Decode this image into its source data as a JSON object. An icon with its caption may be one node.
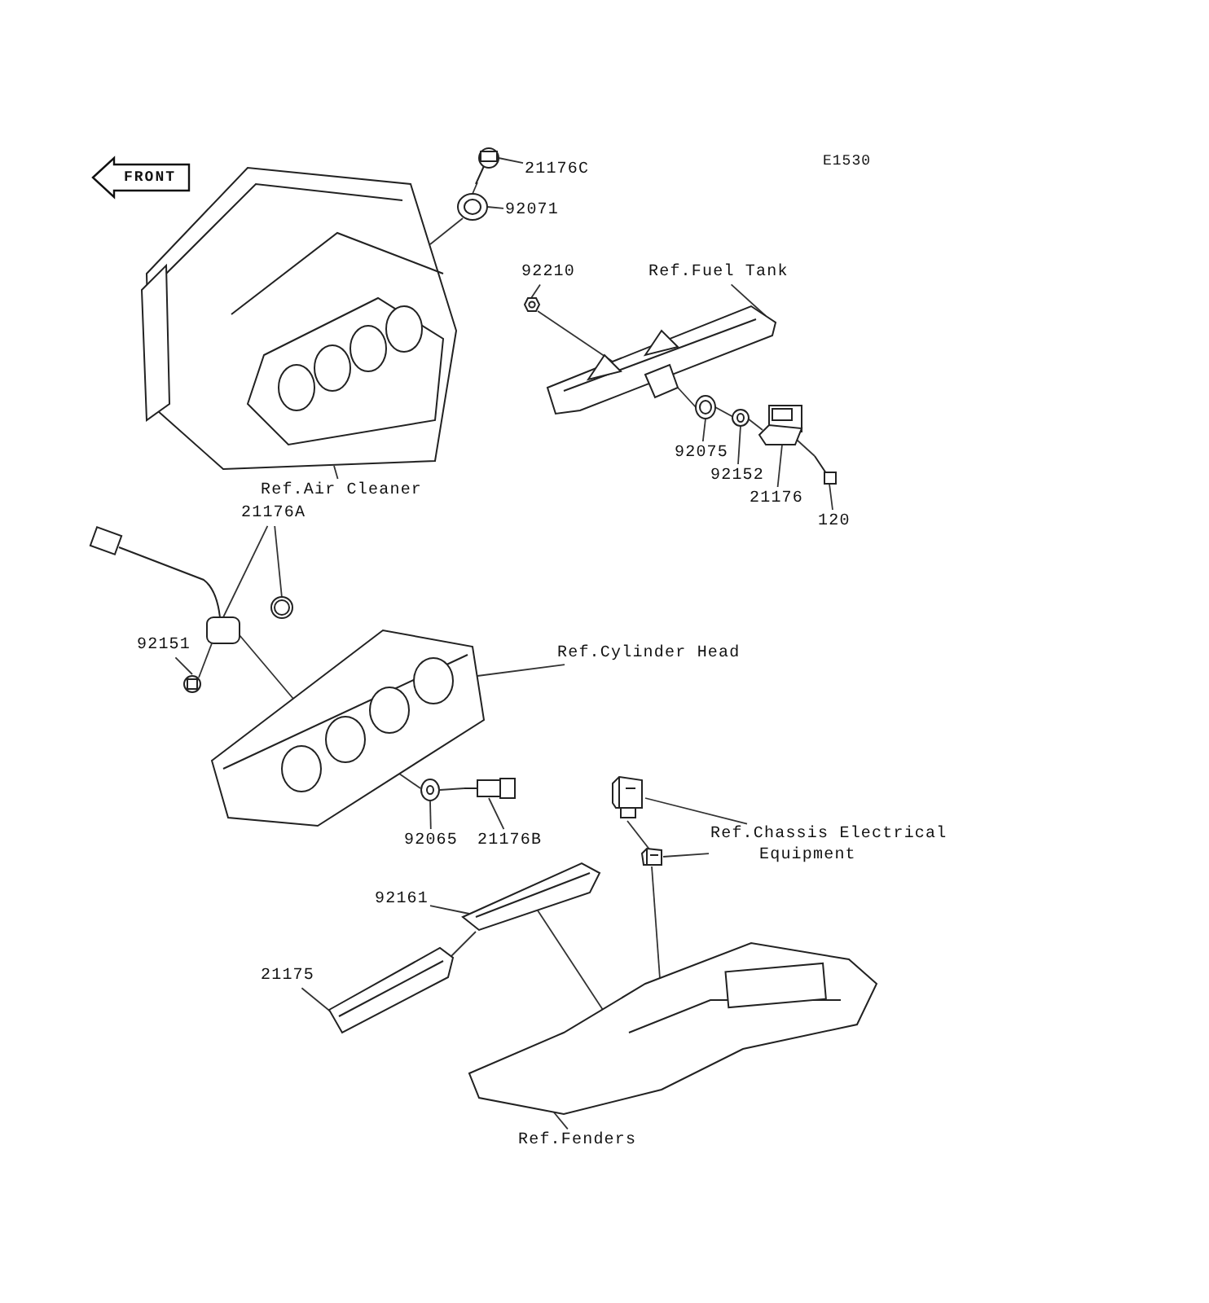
{
  "diagram": {
    "nodes": [
      {
        "text": [],
        "shape": "picture"
      },
      {
        "text": [],
        "shape": "picture"
      },
      {
        "text": [],
        "shape": "picture"
      },
      {
        "text": [
          "21176C"
        ]
      },
      {
        "text": [
          "92071"
        ]
      },
      {
        "text": [
          "92210"
        ]
      },
      {
        "text": [
          "Ref.Fuel Tank"
        ]
      },
      {
        "text": [],
        "shape": "picture"
      },
      {
        "text": [],
        "shape": "picture"
      },
      {
        "text": [],
        "shape": "picture"
      },
      {
        "text": [],
        "shape": "picture"
      },
      {
        "text": [],
        "shape": "picture"
      },
      {
        "text": [],
        "shape": "picture"
      },
      {
        "text": [
          "92075"
        ]
      },
      {
        "text": [
          "92152"
        ]
      },
      {
        "text": [
          "21176"
        ]
      },
      {
        "text": [
          "120"
        ]
      },
      {
        "text": [
          "Ref.Air Cleaner"
        ]
      },
      {
        "text": [
          "21176A"
        ]
      },
      {
        "text": [],
        "shape": "picture"
      },
      {
        "text": [],
        "shape": "picture"
      },
      {
        "text": [
          "92151"
        ]
      },
      {
        "text": [],
        "shape": "picture"
      },
      {
        "text": [],
        "shape": "picture"
      },
      {
        "text": [
          "Ref.Cylinder Head"
        ]
      },
      {
        "text": [],
        "shape": "picture"
      },
      {
        "text": [],
        "shape": "picture"
      },
      {
        "text": [
          "92065"
        ]
      },
      {
        "text": [
          "21176B"
        ]
      },
      {
        "text": [],
        "shape": "picture"
      },
      {
        "text": [],
        "shape": "picture"
      },
      {
        "text": [
          "Ref.Chassis Electrical Equipment"
        ]
      },
      {
        "text": [
          "92161"
        ]
      },
      {
        "text": [],
        "shape": "picture"
      },
      {
        "text": [
          "21175"
        ]
      },
      {
        "text": [],
        "shape": "picture"
      },
      {
        "text": [],
        "shape": "picture"
      },
      {
        "text": [
          "Ref.Fenders"
        ]
      }
    ],
    "edges": [
      {
        "from": 3,
        "to": 1,
        "arrow": "none"
      },
      {
        "from": 4,
        "to": 2,
        "arrow": "none"
      },
      {
        "from": 5,
        "to": 7,
        "arrow": "none"
      },
      {
        "from": 6,
        "to": 8,
        "arrow": "none"
      },
      {
        "from": 13,
        "to": 9,
        "arrow": "none"
      },
      {
        "from": 14,
        "to": 10,
        "arrow": "none"
      },
      {
        "from": 15,
        "to": 11,
        "arrow": "none"
      },
      {
        "from": 16,
        "to": 12,
        "arrow": "none"
      },
      {
        "from": 17,
        "to": 0,
        "arrow": "none"
      },
      {
        "from": 18,
        "to": 19,
        "arrow": "none"
      },
      {
        "from": 18,
        "to": 20,
        "arrow": "none"
      },
      {
        "from": 21,
        "to": 22,
        "arrow": "none"
      },
      {
        "from": 24,
        "to": 23,
        "arrow": "none"
      },
      {
        "from": 27,
        "to": 25,
        "arrow": "none"
      },
      {
        "from": 28,
        "to": 26,
        "arrow": "none"
      },
      {
        "from": 31,
        "to": 29,
        "arrow": "none"
      },
      {
        "from": 31,
        "to": 30,
        "arrow": "none"
      },
      {
        "from": 32,
        "to": 33,
        "arrow": "none"
      },
      {
        "from": 34,
        "to": 35,
        "arrow": "none"
      },
      {
        "from": 37,
        "to": 36,
        "arrow": "none"
      },
      {
        "from": 1,
        "to": 2,
        "arrow": "none"
      },
      {
        "from": 2,
        "to": 0,
        "arrow": "none"
      },
      {
        "from": 7,
        "to": 8,
        "arrow": "none"
      },
      {
        "from": 8,
        "to": 9,
        "arrow": "none"
      },
      {
        "from": 9,
        "to": 10,
        "arrow": "none"
      },
      {
        "from": 10,
        "to": 11,
        "arrow": "none"
      },
      {
        "from": 11,
        "to": 12,
        "arrow": "none"
      },
      {
        "from": 19,
        "to": 23,
        "arrow": "none"
      },
      {
        "from": 22,
        "to": 19,
        "arrow": "none"
      },
      {
        "from": 23,
        "to": 25,
        "arrow": "none"
      },
      {
        "from": 25,
        "to": 26,
        "arrow": "none"
      },
      {
        "from": 29,
        "to": 30,
        "arrow": "none"
      },
      {
        "from": 30,
        "to": 36,
        "arrow": "none"
      },
      {
        "from": 35,
        "to": 33,
        "arrow": "none"
      },
      {
        "from": 33,
        "to": 36,
        "arrow": "none"
      }
    ],
    "labels": [
      "E1530",
      "FRONT"
    ]
  }
}
